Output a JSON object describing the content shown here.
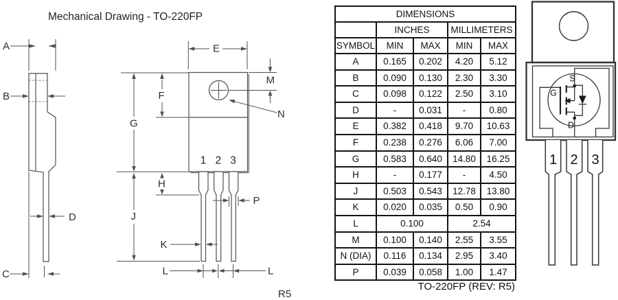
{
  "title": "Mechanical Drawing - TO-220FP",
  "rev_note": "R5",
  "table": {
    "title": "DIMENSIONS",
    "group_inches": "INCHES",
    "group_mm": "MILLIMETERS",
    "headers": {
      "symbol": "SYMBOL",
      "min_in": "MIN",
      "max_in": "MAX",
      "min_mm": "MIN",
      "max_mm": "MAX"
    },
    "footer": "TO-220FP (REV: R5)",
    "rows": [
      {
        "symbol": "A",
        "in_min": "0.165",
        "in_max": "0.202",
        "mm_min": "4.20",
        "mm_max": "5.12"
      },
      {
        "symbol": "B",
        "in_min": "0.090",
        "in_max": "0.130",
        "mm_min": "2.30",
        "mm_max": "3.30"
      },
      {
        "symbol": "C",
        "in_min": "0.098",
        "in_max": "0.122",
        "mm_min": "2.50",
        "mm_max": "3.10"
      },
      {
        "symbol": "D",
        "in_min": "-",
        "in_max": "0.031",
        "mm_min": "-",
        "mm_max": "0.80"
      },
      {
        "symbol": "E",
        "in_min": "0.382",
        "in_max": "0.418",
        "mm_min": "9.70",
        "mm_max": "10.63"
      },
      {
        "symbol": "F",
        "in_min": "0.238",
        "in_max": "0.276",
        "mm_min": "6.06",
        "mm_max": "7.00"
      },
      {
        "symbol": "G",
        "in_min": "0.583",
        "in_max": "0.640",
        "mm_min": "14.80",
        "mm_max": "16.25"
      },
      {
        "symbol": "H",
        "in_min": "-",
        "in_max": "0.177",
        "mm_min": "-",
        "mm_max": "4.50"
      },
      {
        "symbol": "J",
        "in_min": "0.503",
        "in_max": "0.543",
        "mm_min": "12.78",
        "mm_max": "13.80"
      },
      {
        "symbol": "K",
        "in_min": "0.020",
        "in_max": "0.035",
        "mm_min": "0.50",
        "mm_max": "0.90"
      },
      {
        "symbol": "L",
        "in_span": "0.100",
        "mm_span": "2.54"
      },
      {
        "symbol": "M",
        "in_min": "0.100",
        "in_max": "0.140",
        "mm_min": "2.55",
        "mm_max": "3.55"
      },
      {
        "symbol": "N (DIA)",
        "in_min": "0.116",
        "in_max": "0.134",
        "mm_min": "2.95",
        "mm_max": "3.40"
      },
      {
        "symbol": "P",
        "in_min": "0.039",
        "in_max": "0.058",
        "mm_min": "1.00",
        "mm_max": "1.47"
      }
    ]
  },
  "side_view": {
    "labels": {
      "a": "A",
      "b": "B",
      "c": "C",
      "d": "D"
    }
  },
  "front_view": {
    "labels": {
      "e": "E",
      "f": "F",
      "g": "G",
      "h": "H",
      "j": "J",
      "k": "K",
      "m": "M",
      "n": "N",
      "p": "P",
      "l_left": "L",
      "l_right": "L"
    },
    "pins": [
      "1",
      "2",
      "3"
    ]
  },
  "package_view": {
    "terminals": {
      "source": "S",
      "gate": "G",
      "drain": "D"
    },
    "pins": [
      "1",
      "2",
      "3"
    ]
  }
}
